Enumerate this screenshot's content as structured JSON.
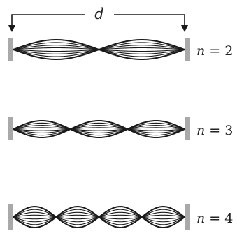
{
  "dimension": {
    "label": "d"
  },
  "modes": [
    {
      "variable": "n",
      "equals": " = ",
      "value": "2",
      "loops": 2
    },
    {
      "variable": "n",
      "equals": " = ",
      "value": "3",
      "loops": 3
    },
    {
      "variable": "n",
      "equals": " = ",
      "value": "4",
      "loops": 4
    }
  ],
  "colors": {
    "string": "#1a1a1a",
    "wall": "#a9a9a9",
    "text": "#222222"
  }
}
